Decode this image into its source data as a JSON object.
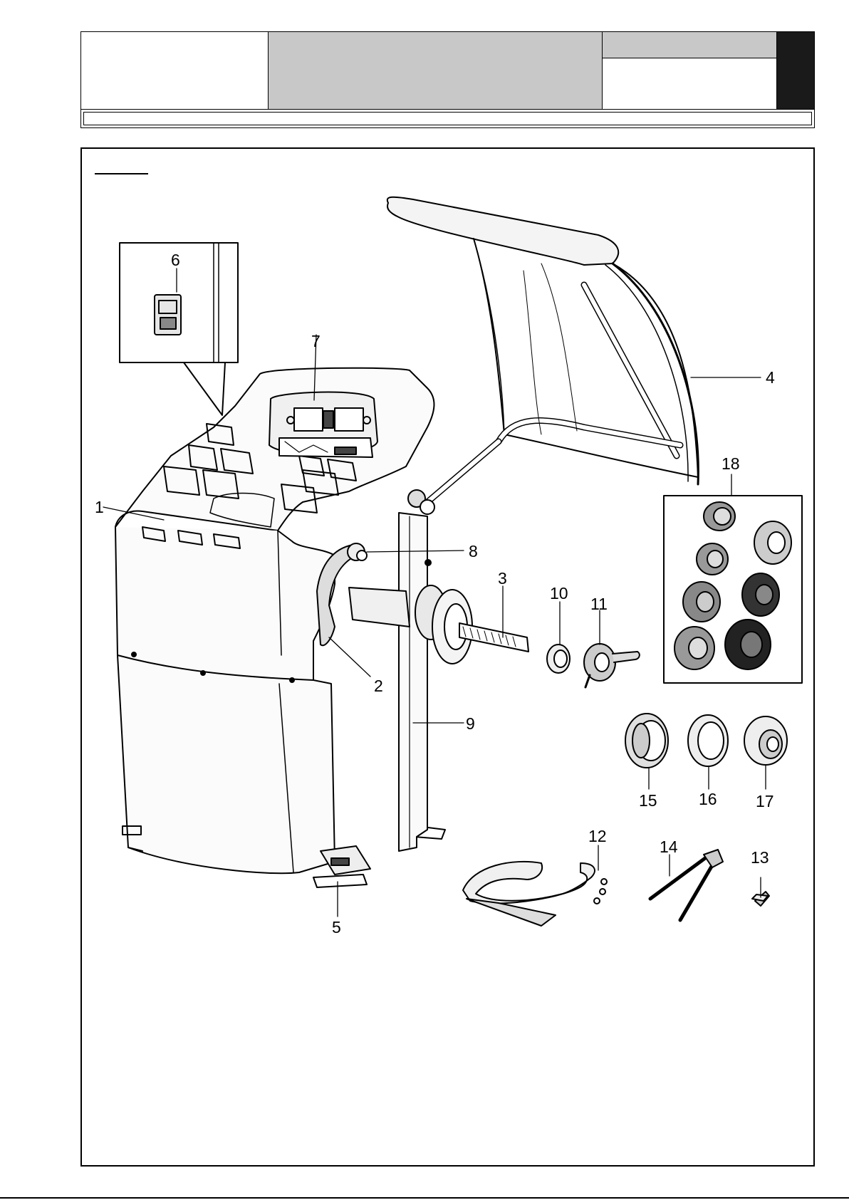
{
  "callouts": [
    {
      "id": "1",
      "label": "1"
    },
    {
      "id": "2",
      "label": "2"
    },
    {
      "id": "3",
      "label": "3"
    },
    {
      "id": "4",
      "label": "4"
    },
    {
      "id": "5",
      "label": "5"
    },
    {
      "id": "6",
      "label": "6"
    },
    {
      "id": "7",
      "label": "7"
    },
    {
      "id": "8",
      "label": "8"
    },
    {
      "id": "9",
      "label": "9"
    },
    {
      "id": "10",
      "label": "10"
    },
    {
      "id": "11",
      "label": "11"
    },
    {
      "id": "12",
      "label": "12"
    },
    {
      "id": "13",
      "label": "13"
    },
    {
      "id": "14",
      "label": "14"
    },
    {
      "id": "15",
      "label": "15"
    },
    {
      "id": "16",
      "label": "16"
    },
    {
      "id": "17",
      "label": "17"
    },
    {
      "id": "18",
      "label": "18"
    }
  ],
  "colors": {
    "header_gray": "#c8c8c8",
    "header_black": "#1a1a1a",
    "line": "#000000"
  }
}
